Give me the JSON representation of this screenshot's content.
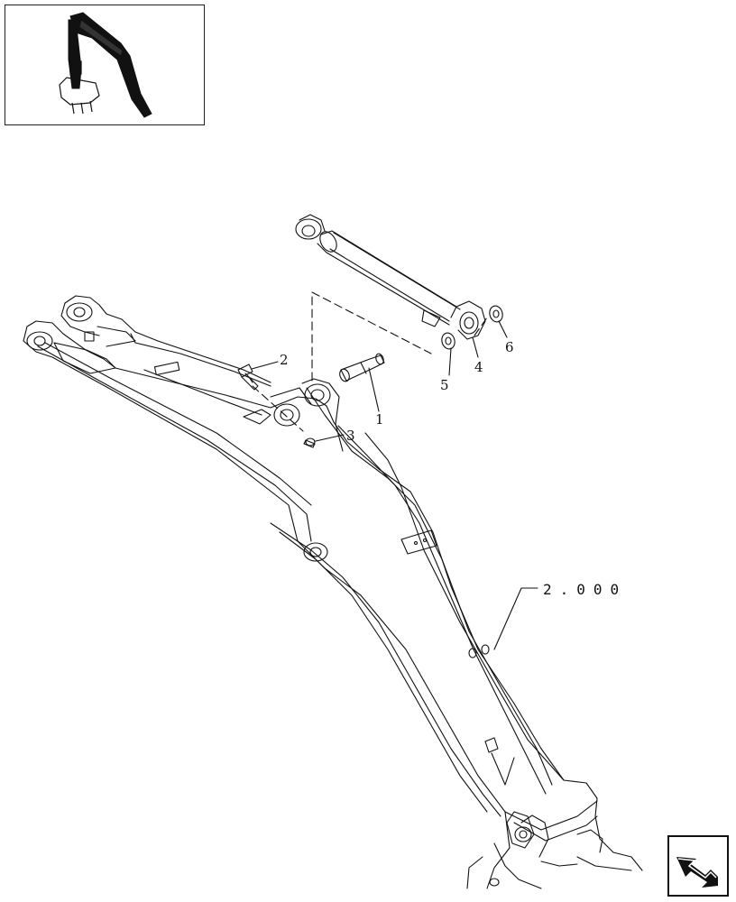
{
  "diagram": {
    "callouts": [
      {
        "id": "1",
        "label": "1"
      },
      {
        "id": "2",
        "label": "2"
      },
      {
        "id": "3",
        "label": "3"
      },
      {
        "id": "4",
        "label": "4"
      },
      {
        "id": "5",
        "label": "5"
      },
      {
        "id": "6",
        "label": "6"
      }
    ],
    "reference_label": "2.000"
  },
  "thumbnail": {
    "icon": "excavator-arm-overview-icon"
  },
  "navigation": {
    "icon": "next-page-arrow-icon"
  }
}
